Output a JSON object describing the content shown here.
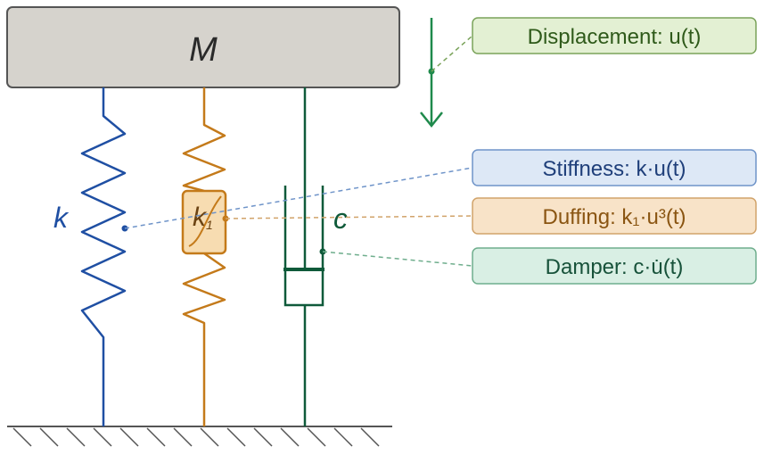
{
  "mass": {
    "label": "M"
  },
  "elements": {
    "spring": {
      "label": "k",
      "color": "#1f4fa3"
    },
    "duffing": {
      "label": "k",
      "subscript": "1",
      "color": "#c47a1a"
    },
    "damper": {
      "label": "c",
      "color": "#0f5a3a"
    }
  },
  "callouts": {
    "displacement": {
      "text": "Displacement: u(t)",
      "fill": "#e3f0d3",
      "stroke": "#7aa35a",
      "text_color": "#2f5a1a"
    },
    "stiffness": {
      "text": "Stiffness: k·u(t)",
      "fill": "#dde8f6",
      "stroke": "#6f94c9",
      "text_color": "#1f3f7a"
    },
    "duffing": {
      "text": "Duffing: k₁·u³(t)",
      "fill": "#f8e3c8",
      "stroke": "#d1a36a",
      "text_color": "#8a5512"
    },
    "damper": {
      "text": "Damper: c·u̇(t)",
      "fill": "#d9efe4",
      "stroke": "#6fae8d",
      "text_color": "#17523a"
    }
  },
  "colors": {
    "mass_fill": "#d6d3cd",
    "mass_stroke": "#555555",
    "ground": "#555555",
    "arrow": "#1f8a4c"
  }
}
